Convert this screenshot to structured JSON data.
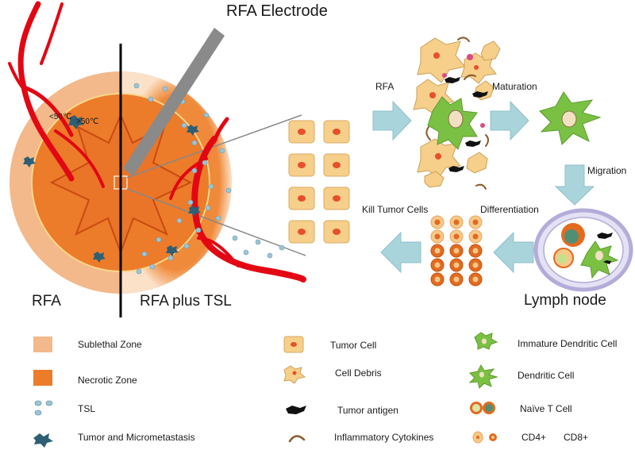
{
  "labels": {
    "electrode": "RFA Electrode",
    "rfa_left": "RFA",
    "rfa_tsl": "RFA plus TSL",
    "lymph_node": "Lymph node",
    "temp_low": "<50℃",
    "temp_high": ">50℃",
    "arrow_rfa": "RFA",
    "maturation": "Maturation",
    "migration": "Migration",
    "differentiation": "Differentiation",
    "kill": "Kill Tumor Cells"
  },
  "legend": {
    "sublethal": "Sublethal Zone",
    "necrotic": "Necrotic Zone",
    "tsl": "TSL",
    "tumor_micro": "Tumor and Micrometastasis",
    "tumor_cell": "Tumor Cell",
    "cell_debris": "Cell Debris",
    "tumor_antigen": "Tumor antigen",
    "cytokines": "Inflammatory Cytokines",
    "immature_dc": "Immature Dendritic Cell",
    "dc": "Dendritic Cell",
    "naive_t": "Naïve T  Cell",
    "cd4": "CD4+",
    "cd8": "CD8+"
  },
  "colors": {
    "sublethal": "#f3b98a",
    "necrotic": "#ec7b2a",
    "tsl": "#9cc5d4",
    "micromets": "#2e5f75",
    "vessel": "#e30613",
    "tumor_cell_fill": "#f6cf8a",
    "tumor_nucleus": "#e6502b",
    "dendritic": "#7ac143",
    "arrow": "#a9d4dc",
    "lymph_ring": "#b4acd8"
  }
}
